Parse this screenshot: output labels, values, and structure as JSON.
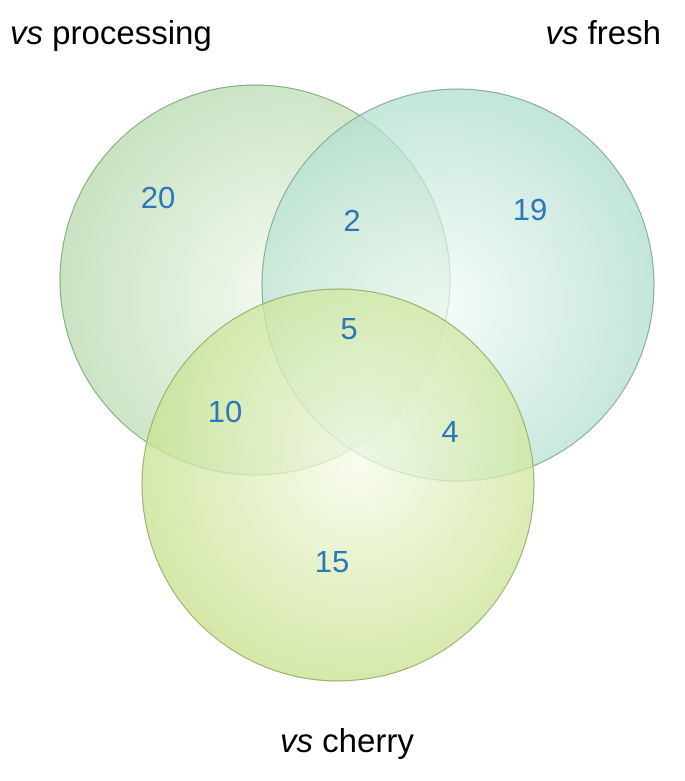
{
  "sets": {
    "processing": {
      "prefix": "vs",
      "name": "processing"
    },
    "fresh": {
      "prefix": "vs",
      "name": "fresh"
    },
    "cherry": {
      "prefix": "vs",
      "name": "cherry"
    }
  },
  "regions": {
    "processing_only": "20",
    "fresh_only": "19",
    "cherry_only": "15",
    "processing_fresh": "2",
    "processing_cherry": "10",
    "fresh_cherry": "4",
    "all_three": "5"
  },
  "colors": {
    "processing": "#b9dcb0",
    "fresh": "#a8dccb",
    "cherry": "#c6e08a",
    "count_text": "#2b78b6"
  }
}
